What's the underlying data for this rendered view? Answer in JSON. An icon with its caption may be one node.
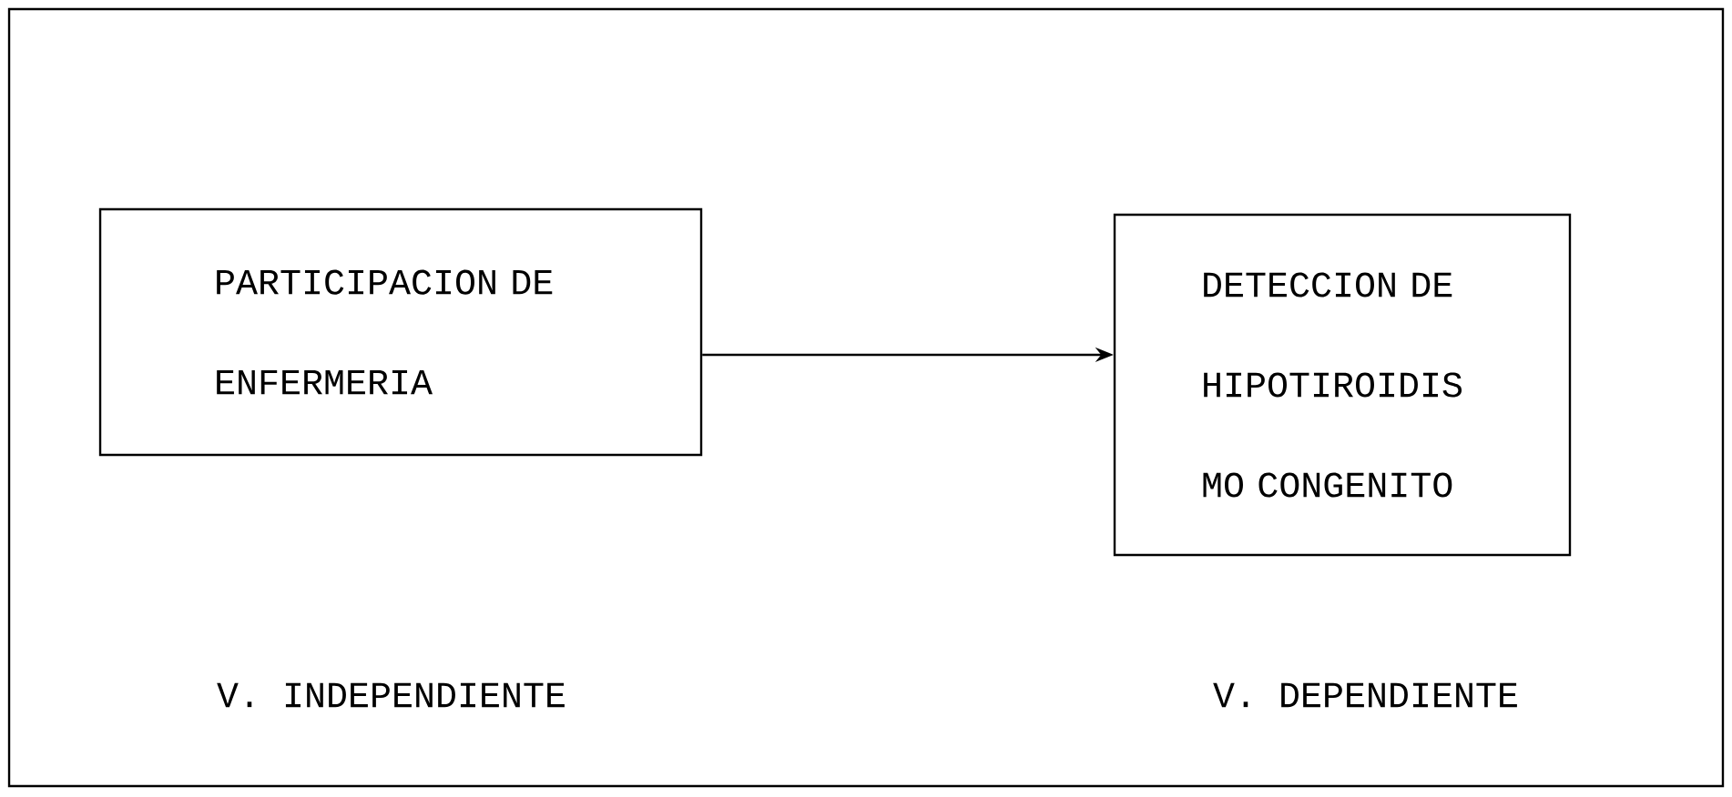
{
  "diagram": {
    "nodes": [
      {
        "text": [
          "PARTICIPACION DE ENFERMERIA"
        ]
      },
      {
        "text": [
          "DETECCION DE HIPOTIROIDIS MO CONGENITO"
        ]
      }
    ],
    "edges": [
      {
        "from": 0,
        "to": 1,
        "arrow": "to"
      }
    ],
    "labels": [
      "V. INDEPENDIENTE",
      "V. DEPENDIENTE"
    ]
  }
}
